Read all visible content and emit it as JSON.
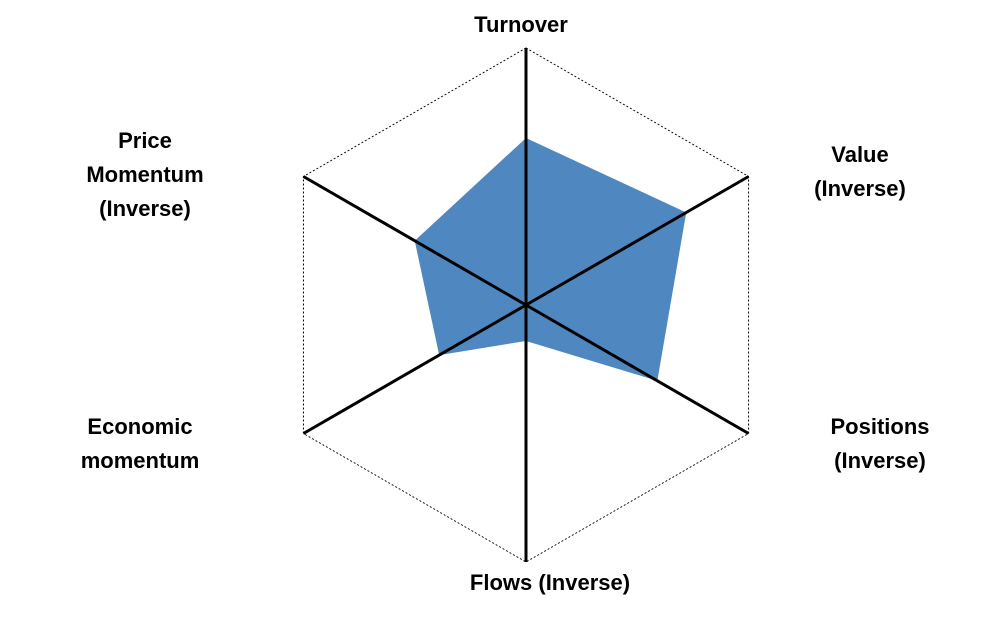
{
  "chart_data": {
    "type": "radar",
    "axes": [
      {
        "label": "Turnover"
      },
      {
        "label": "Value\n(Inverse)"
      },
      {
        "label": "Positions\n(Inverse)"
      },
      {
        "label": "Flows (Inverse)"
      },
      {
        "label": "Economic\nmomentum"
      },
      {
        "label": "Price\nMomentum\n(Inverse)"
      }
    ],
    "values": [
      0.65,
      0.72,
      0.59,
      0.14,
      0.39,
      0.5
    ],
    "range": [
      0,
      1
    ],
    "colors": {
      "fill": "#4f88c0",
      "axis": "#000000",
      "outline": "#000000"
    }
  }
}
